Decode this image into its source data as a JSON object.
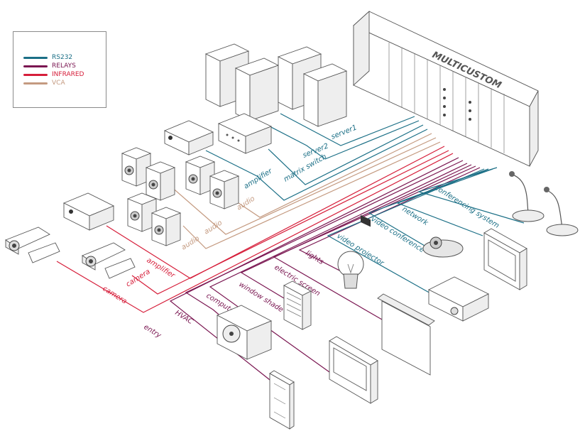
{
  "legend": {
    "items": [
      {
        "label": "RS232",
        "color": "#1b6f86"
      },
      {
        "label": "RELAYS",
        "color": "#7a1651"
      },
      {
        "label": "INFRARED",
        "color": "#d61e3a"
      },
      {
        "label": "VCA",
        "color": "#c49a80"
      }
    ]
  },
  "controller": {
    "brand": "MULTICUSTOM"
  },
  "connections": {
    "server1": "server1",
    "server2": "server2",
    "matrix_switch": "matrix switch",
    "amplifier_top": "amplifier",
    "audio1": "audio",
    "audio2": "audio",
    "audio3": "audio",
    "amplifier_left": "amplifier",
    "camera1": "camera",
    "camera2": "camera",
    "conferencing_system": "conferencing system",
    "network": "network",
    "video_conference": "video conference",
    "video_projector": "video projector",
    "lights": "lights",
    "electric_screen": "electric screen",
    "window_shade": "window shade",
    "computer": "computer",
    "hvac": "HVAC",
    "entry": "entry"
  }
}
